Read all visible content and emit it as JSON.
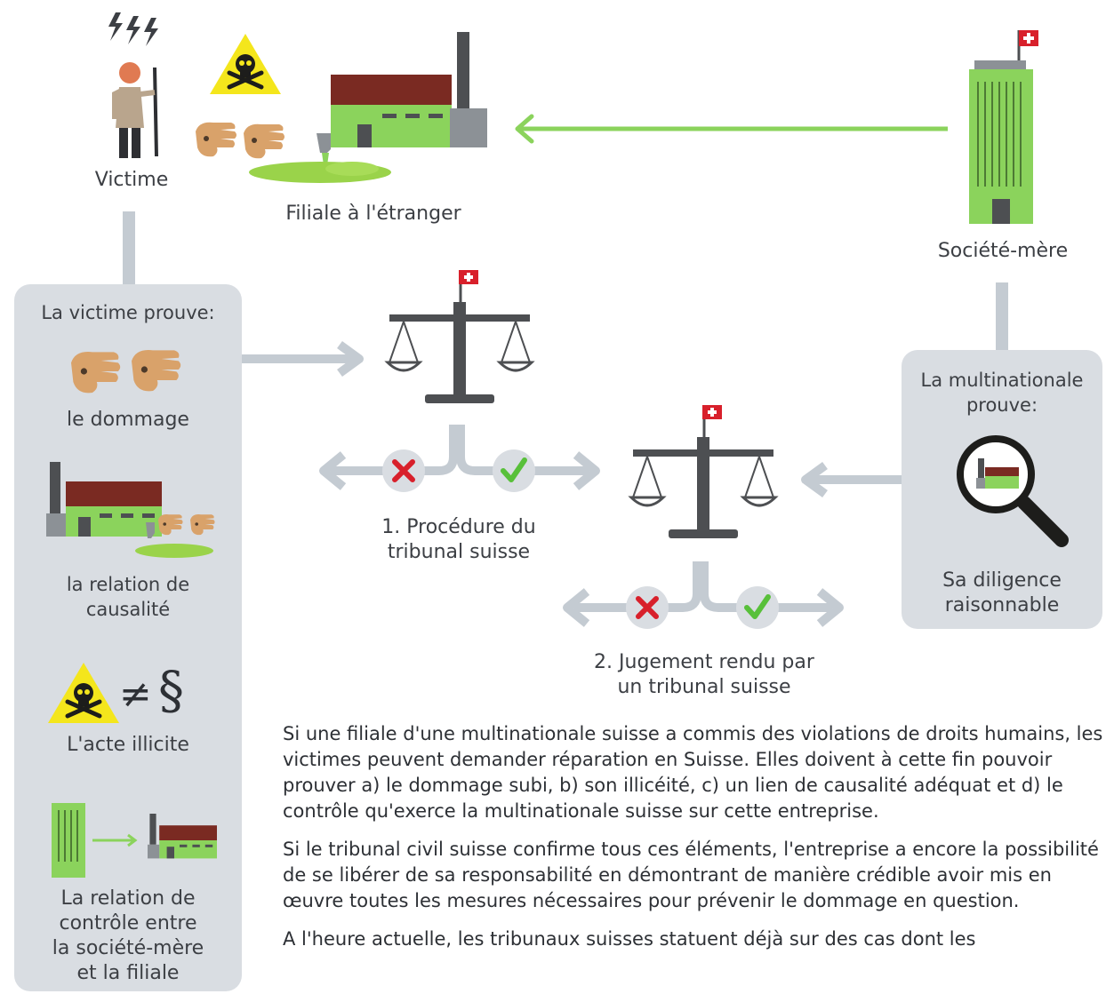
{
  "top": {
    "victim_label": "Victime",
    "subsidiary_label": "Filiale à l'étranger",
    "parent_label": "Société-mère"
  },
  "left_panel": {
    "title": "La victime prouve:",
    "items": [
      {
        "label": "le dommage"
      },
      {
        "label_line1": "la relation de",
        "label_line2": "causalité"
      },
      {
        "label": "L'acte illicite"
      },
      {
        "label_line1": "La relation de",
        "label_line2": "contrôle entre",
        "label_line3": "la société-mère",
        "label_line4": "et la filiale"
      }
    ]
  },
  "right_panel": {
    "title_line1": "La multinationale",
    "title_line2": "prouve:",
    "item_line1": "Sa diligence",
    "item_line2": "raisonnable"
  },
  "steps": [
    {
      "line1": "1. Procédure du",
      "line2": "tribunal suisse"
    },
    {
      "line1": "2. Jugement rendu par",
      "line2": "un tribunal suisse"
    }
  ],
  "symbols": {
    "not_equal": "≠",
    "section": "§"
  },
  "paragraphs": [
    "Si une filiale d'une multinationale suisse a commis des violations de droits humains, les victimes peuvent demander réparation en Suisse. Elles doivent à cette fin pouvoir prouver a) le dommage subi, b) son illicéité, c) un lien de causalité adéquat et d) le contrôle qu'exerce la multinationale suisse sur cette entreprise.",
    "Si le tribunal civil suisse confirme tous ces éléments, l'entreprise a encore la possibilité de se libérer de sa responsabilité en démontrant de manière crédible avoir mis en œuvre toutes les mesures nécessaires pour prévenir le dommage en question.",
    "A l'heure actuelle, les tribunaux suisses statuent déjà sur des cas dont les"
  ],
  "colors": {
    "panel": "#d9dde2",
    "connector": "#c4cbd2",
    "green": "#8bd35c",
    "red_cross": "#d8202b",
    "check": "#58c03a",
    "factory_roof": "#7a2a22",
    "dark": "#4d4f52",
    "hand": "#d9a26a",
    "hazard": "#f4e61c"
  }
}
